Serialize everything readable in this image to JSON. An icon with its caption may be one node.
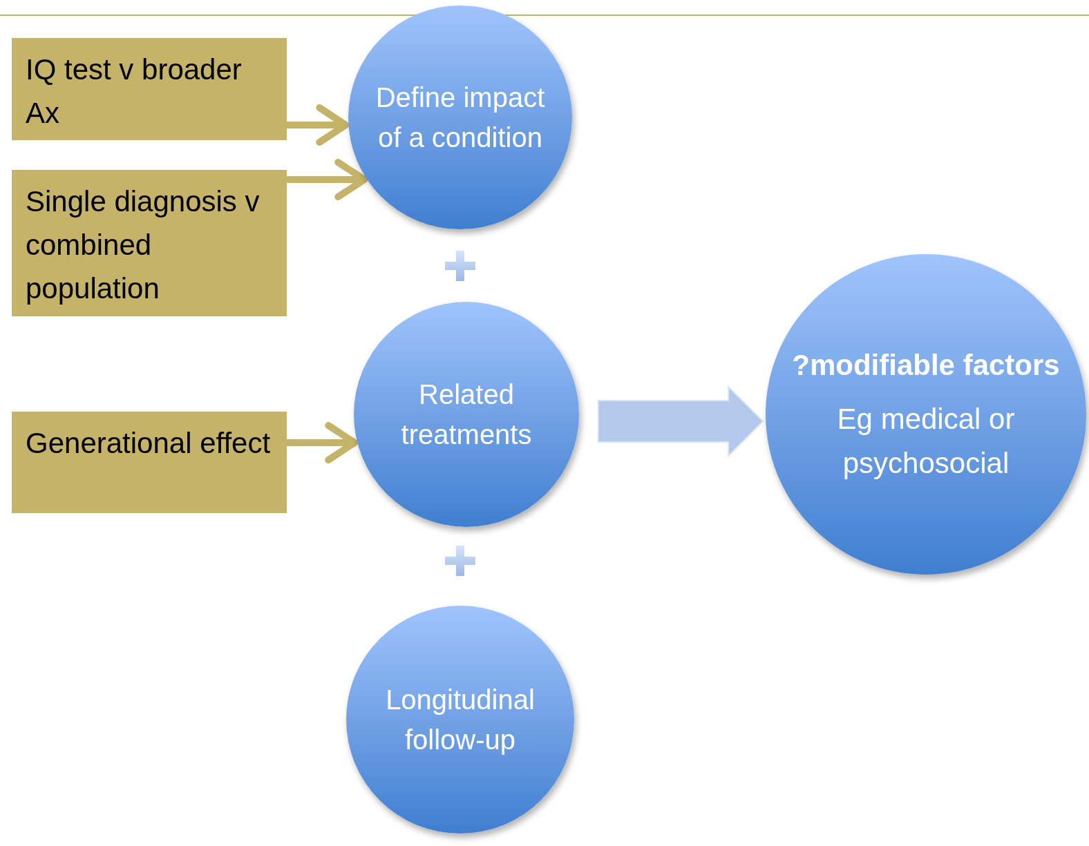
{
  "diagram": {
    "nodes": [
      {
        "text": [
          "IQ test v broader Ax"
        ]
      },
      {
        "text": [
          "Single diagnosis v combined population"
        ]
      },
      {
        "text": [
          "Generational effect"
        ]
      },
      {
        "text": [
          "Define impact of a condition"
        ]
      },
      {
        "text": [
          "Related treatments"
        ]
      },
      {
        "text": [
          "Longitudinal follow-up"
        ]
      },
      {
        "text": [
          "?modifiable factors",
          "Eg medical or psychosocial"
        ]
      }
    ],
    "edges": [
      {
        "from": 0,
        "to": 3,
        "arrow": "to"
      },
      {
        "from": 1,
        "to": 3,
        "arrow": "to"
      },
      {
        "from": 2,
        "to": 4,
        "arrow": "to"
      },
      {
        "from": 4,
        "to": 6,
        "arrow": "to",
        "style": "thick",
        "color": "#b4c8ec"
      }
    ]
  }
}
